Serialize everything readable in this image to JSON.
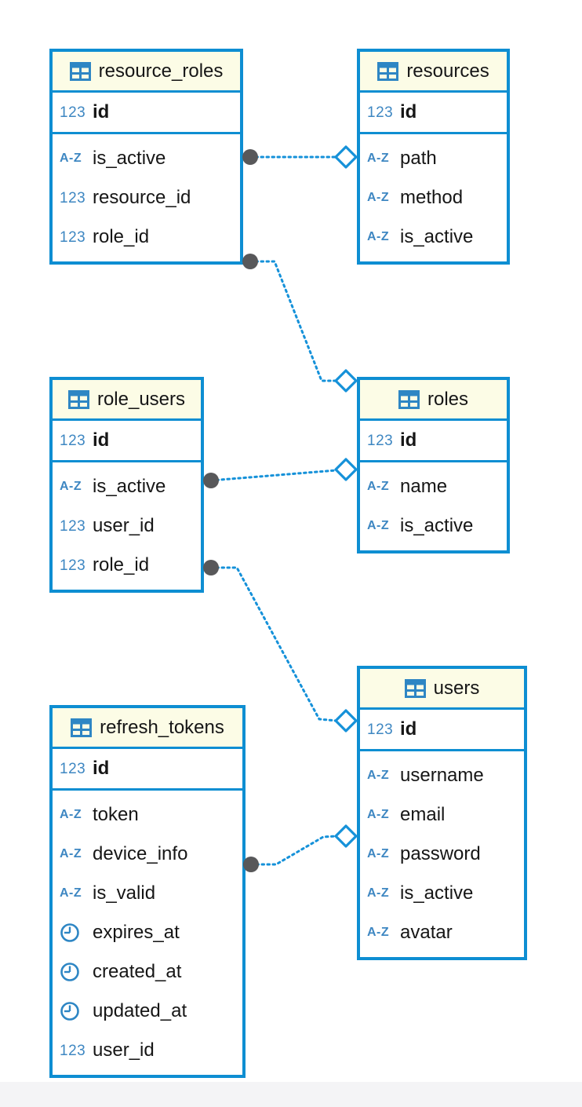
{
  "diagram": {
    "colors": {
      "table_border": "#0e8ed2",
      "header_fill": "#fcfce6",
      "type_icon_blue": "#3e87c2",
      "relation_line": "#1591d9",
      "relation_circle": "#58585a",
      "diamond_fill": "#ffffff",
      "text": "#161616",
      "bottom_strip": "#f4f4f6"
    },
    "type_icons": {
      "number": "123",
      "text": "A-Z",
      "datetime": "clock-icon",
      "table": "table-icon"
    },
    "tables": [
      {
        "key": "resource_roles",
        "title": "resource_roles",
        "primary_keys": [
          {
            "name": "id",
            "type": "number"
          }
        ],
        "fields": [
          {
            "name": "is_active",
            "type": "text"
          },
          {
            "name": "resource_id",
            "type": "number"
          },
          {
            "name": "role_id",
            "type": "number"
          }
        ]
      },
      {
        "key": "resources",
        "title": "resources",
        "primary_keys": [
          {
            "name": "id",
            "type": "number"
          }
        ],
        "fields": [
          {
            "name": "path",
            "type": "text"
          },
          {
            "name": "method",
            "type": "text"
          },
          {
            "name": "is_active",
            "type": "text"
          }
        ]
      },
      {
        "key": "role_users",
        "title": "role_users",
        "primary_keys": [
          {
            "name": "id",
            "type": "number"
          }
        ],
        "fields": [
          {
            "name": "is_active",
            "type": "text"
          },
          {
            "name": "user_id",
            "type": "number"
          },
          {
            "name": "role_id",
            "type": "number"
          }
        ]
      },
      {
        "key": "roles",
        "title": "roles",
        "primary_keys": [
          {
            "name": "id",
            "type": "number"
          }
        ],
        "fields": [
          {
            "name": "name",
            "type": "text"
          },
          {
            "name": "is_active",
            "type": "text"
          }
        ]
      },
      {
        "key": "refresh_tokens",
        "title": "refresh_tokens",
        "primary_keys": [
          {
            "name": "id",
            "type": "number"
          }
        ],
        "fields": [
          {
            "name": "token",
            "type": "text"
          },
          {
            "name": "device_info",
            "type": "text"
          },
          {
            "name": "is_valid",
            "type": "text"
          },
          {
            "name": "expires_at",
            "type": "datetime"
          },
          {
            "name": "created_at",
            "type": "datetime"
          },
          {
            "name": "updated_at",
            "type": "datetime"
          },
          {
            "name": "user_id",
            "type": "number"
          }
        ]
      },
      {
        "key": "users",
        "title": "users",
        "primary_keys": [
          {
            "name": "id",
            "type": "number"
          }
        ],
        "fields": [
          {
            "name": "username",
            "type": "text"
          },
          {
            "name": "email",
            "type": "text"
          },
          {
            "name": "password",
            "type": "text"
          },
          {
            "name": "is_active",
            "type": "text"
          },
          {
            "name": "avatar",
            "type": "text"
          }
        ]
      }
    ],
    "relations": [
      {
        "from_table": "resource_roles",
        "to_table": "resources",
        "from_end": "circle",
        "to_end": "diamond",
        "line_style": "dotted"
      },
      {
        "from_table": "resource_roles",
        "to_table": "roles",
        "from_end": "circle",
        "to_end": "diamond",
        "line_style": "dotted"
      },
      {
        "from_table": "role_users",
        "to_table": "roles",
        "from_end": "circle",
        "to_end": "diamond",
        "line_style": "dotted"
      },
      {
        "from_table": "role_users",
        "to_table": "users",
        "from_end": "circle",
        "to_end": "diamond",
        "line_style": "dotted"
      },
      {
        "from_table": "refresh_tokens",
        "to_table": "users",
        "from_end": "circle",
        "to_end": "diamond",
        "line_style": "dotted"
      }
    ]
  }
}
